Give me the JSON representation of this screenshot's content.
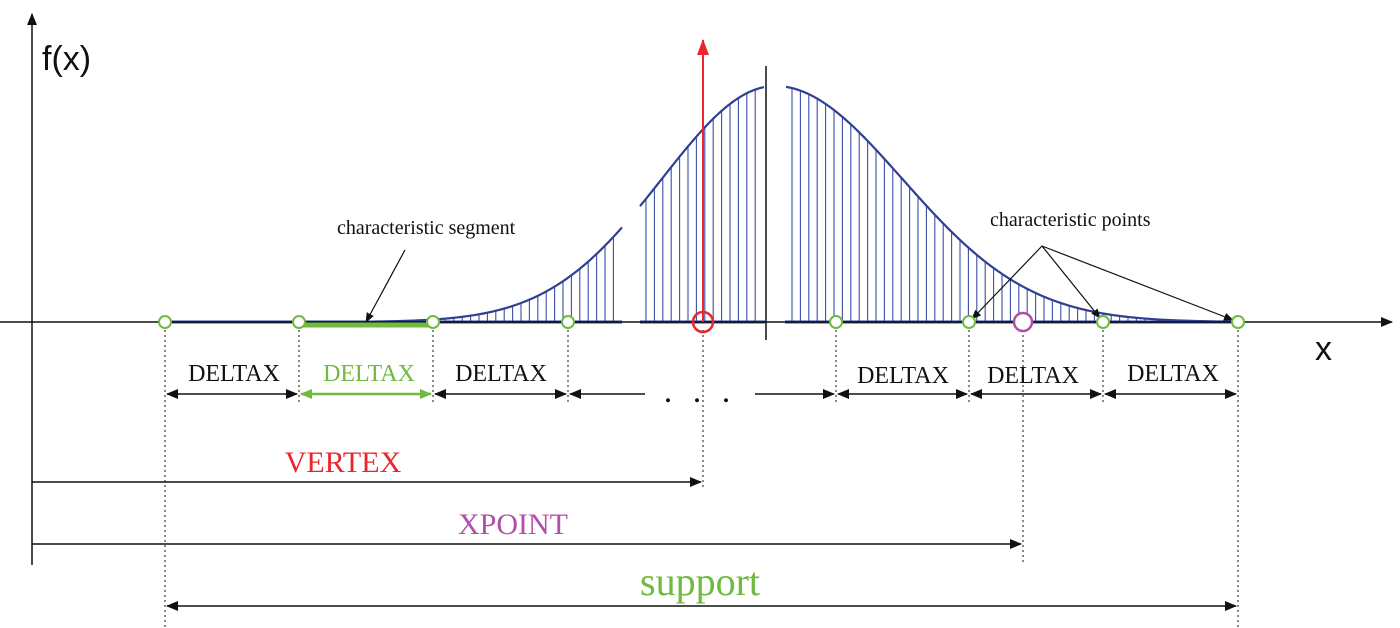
{
  "labels": {
    "y_axis": "f(x)",
    "x_axis": "x",
    "characteristic_segment": "characteristic  segment",
    "characteristic_points": "characteristic points",
    "deltax": "DELTAX",
    "ellipsis": ". . .",
    "vertex": "VERTEX",
    "xpoint": "XPOINT",
    "support": "support"
  },
  "colors": {
    "curve": "#2e3f94",
    "hatch": "#3a4ea6",
    "axis": "#111111",
    "green": "#6fba3f",
    "red": "#e8262b",
    "magenta": "#b04fa8",
    "text": "#111111"
  },
  "icons": {
    "vertex_marker": "red-circle-marker",
    "xpoint_marker": "magenta-circle-marker",
    "characteristic_point": "green-circle-marker"
  }
}
